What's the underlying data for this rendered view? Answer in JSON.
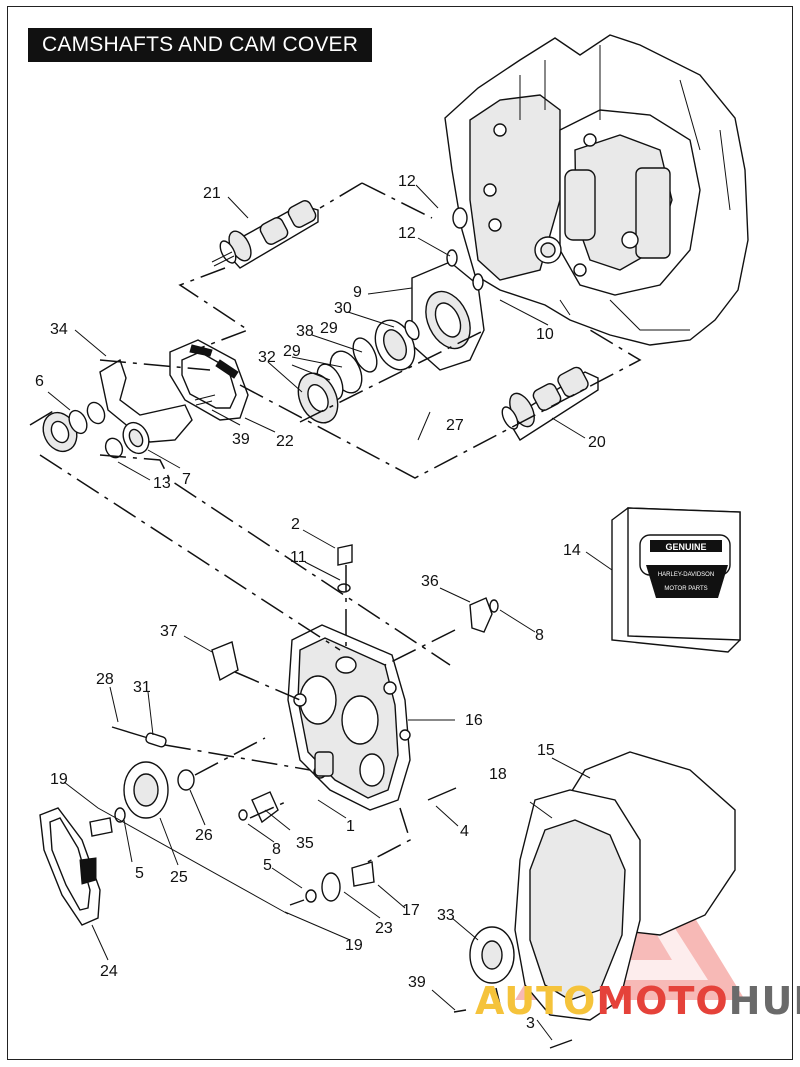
{
  "title": "CAMSHAFTS AND CAM COVER",
  "watermark": {
    "parts": [
      "AUTO",
      "MOTO",
      "HUB"
    ],
    "colors": [
      "#f5c33b",
      "#e5423a",
      "#6a6a6a"
    ]
  },
  "genuine_box_text": [
    "GENUINE",
    "HARLEY-DAVIDSON",
    "MOTOR PARTS"
  ],
  "callouts": {
    "c1": "1",
    "c2": "2",
    "c3": "3",
    "c4": "4",
    "c5a": "5",
    "c5b": "5",
    "c6": "6",
    "c7": "7",
    "c8a": "8",
    "c8b": "8",
    "c9": "9",
    "c10": "10",
    "c11": "11",
    "c12a": "12",
    "c12b": "12",
    "c13": "13",
    "c14": "14",
    "c15": "15",
    "c16": "16",
    "c17": "17",
    "c18": "18",
    "c19a": "19",
    "c19b": "19",
    "c20": "20",
    "c21": "21",
    "c22": "22",
    "c23": "23",
    "c24": "24",
    "c25": "25",
    "c26": "26",
    "c27": "27",
    "c28": "28",
    "c29a": "29",
    "c29b": "29",
    "c30": "30",
    "c31": "31",
    "c32": "32",
    "c33": "33",
    "c34": "34",
    "c35": "35",
    "c36": "36",
    "c37": "37",
    "c38": "38",
    "c39a": "39",
    "c39b": "39"
  }
}
